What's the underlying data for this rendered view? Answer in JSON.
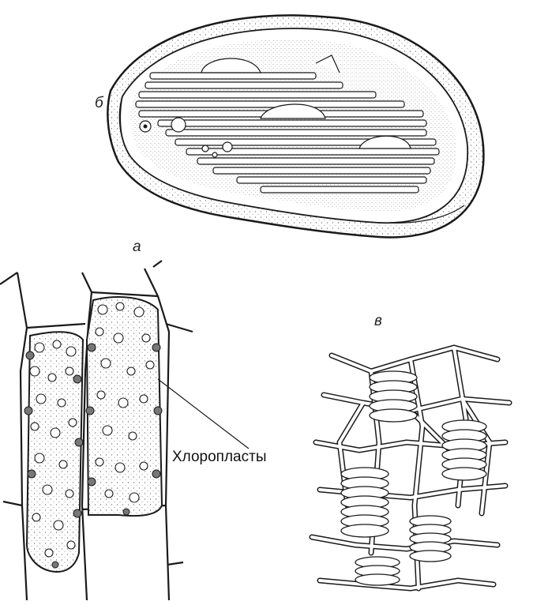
{
  "figure": {
    "labels": {
      "panel_a": "а",
      "panel_b": "б",
      "panel_v": "в",
      "callout": "Хлоропласты"
    },
    "colors": {
      "ink": "#1a1a1a",
      "stipple": "#555555",
      "paper": "#ffffff"
    }
  }
}
